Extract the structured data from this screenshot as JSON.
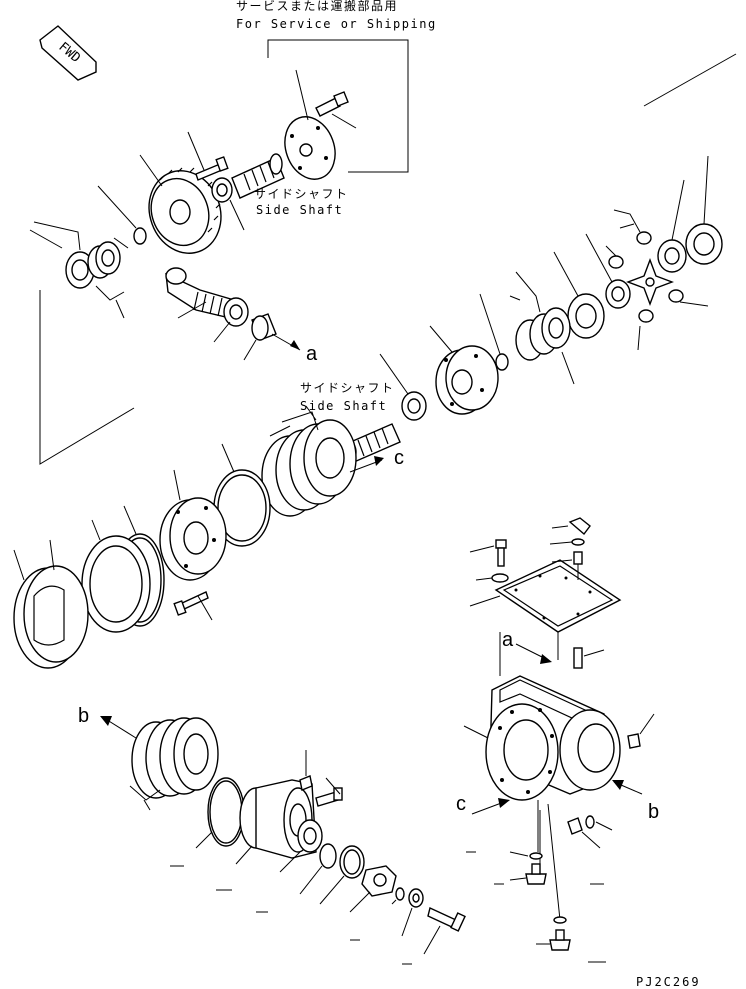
{
  "direction_tag": "FWD",
  "service_note_jp": "サービスまたは運搬部品用",
  "service_note_en": "For Service or Shipping",
  "side_shaft_jp_1": "サイドシャフト",
  "side_shaft_en_1": "Side Shaft",
  "side_shaft_jp_2": "サイドシャフト",
  "side_shaft_en_2": "Side Shaft",
  "ref_labels": {
    "a1": "a",
    "a2": "a",
    "b1": "b",
    "b2": "b",
    "c1": "c",
    "c2": "c"
  },
  "figure_code": "PJ2C269"
}
